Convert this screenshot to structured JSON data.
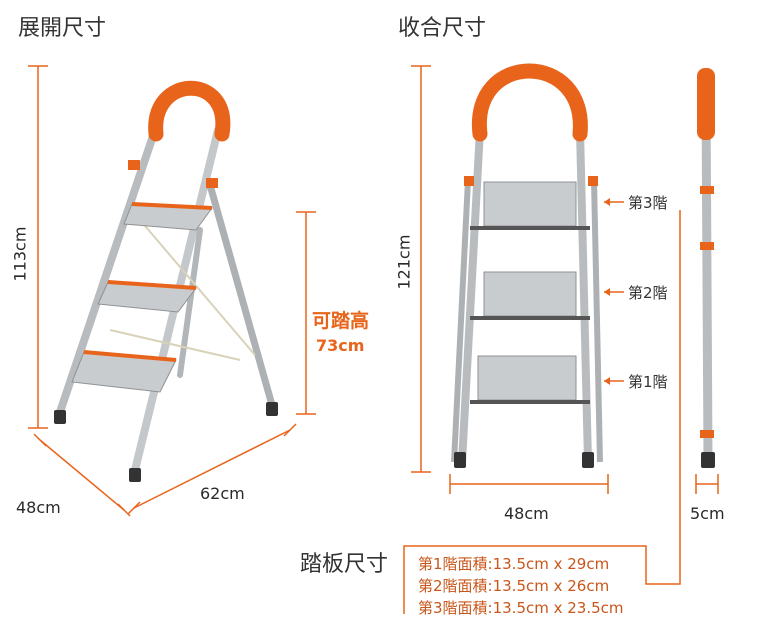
{
  "titles": {
    "unfolded": "展開尺寸",
    "folded": "收合尺寸",
    "tread": "踏板尺寸"
  },
  "unfolded": {
    "height": "113cm",
    "depth": "48cm",
    "length": "62cm",
    "reach_label": "可踏高",
    "reach_value": "73cm"
  },
  "folded": {
    "height": "121cm",
    "width": "48cm",
    "thickness": "5cm",
    "steps": [
      "第3階",
      "第2階",
      "第1階"
    ]
  },
  "tread_specs": [
    "第1階面積:13.5cm x 29cm",
    "第2階面積:13.5cm x 26cm",
    "第3階面積:13.5cm x 23.5cm"
  ],
  "colors": {
    "accent": "#e8641b",
    "frame": "#b9bcbf",
    "tread": "#c9cccf"
  }
}
